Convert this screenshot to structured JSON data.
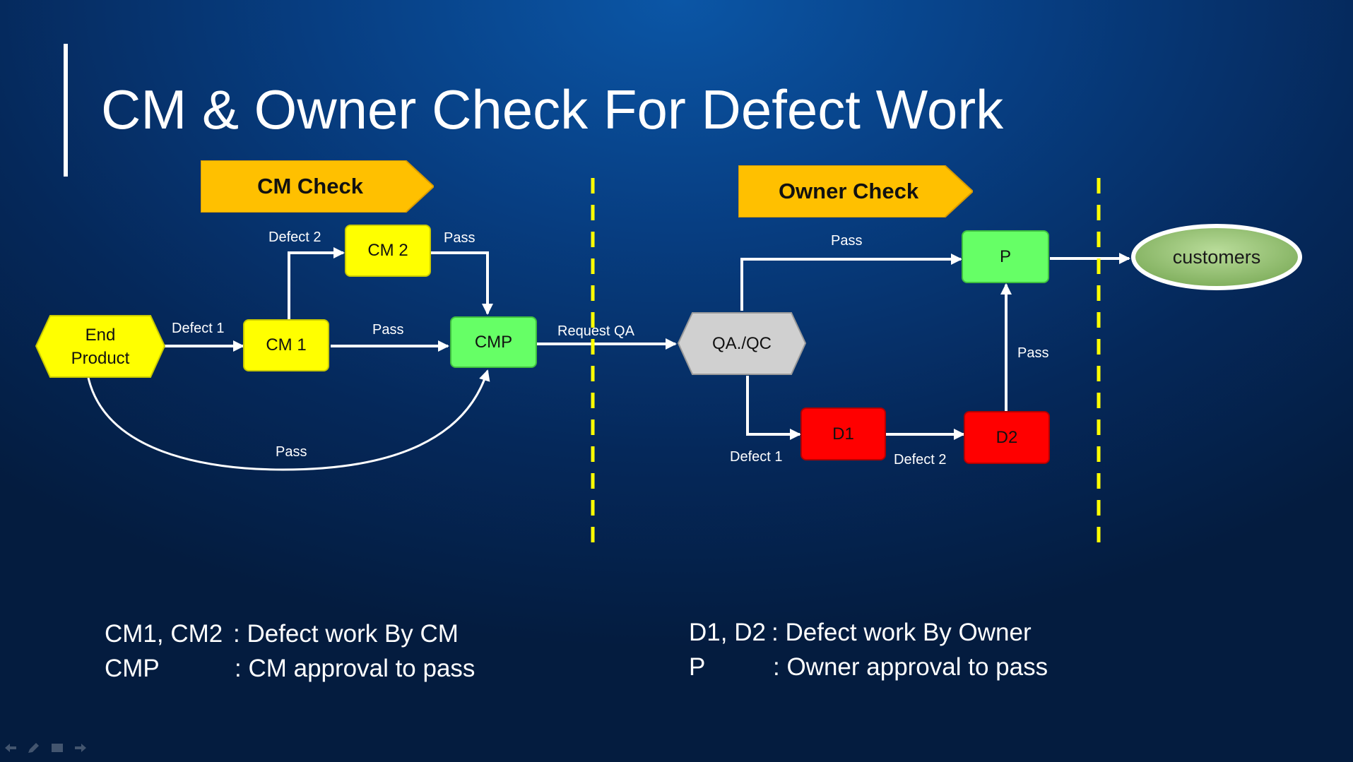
{
  "title": "CM & Owner Check For Defect Work",
  "banners": {
    "cm_check": "CM Check",
    "owner_check": "Owner Check"
  },
  "nodes": {
    "end_product_line1": "End",
    "end_product_line2": "Product",
    "cm1": "CM 1",
    "cm2": "CM 2",
    "cmp": "CMP",
    "qaqc": "QA./QC",
    "d1": "D1",
    "d2": "D2",
    "p": "P",
    "customers": "customers"
  },
  "edge_labels": {
    "defect1_cm": "Defect 1",
    "defect2_cm": "Defect 2",
    "pass_cm2": "Pass",
    "pass_cm1": "Pass",
    "pass_curve": "Pass",
    "request_qa": "Request QA",
    "pass_qa": "Pass",
    "pass_d2": "Pass",
    "defect1_owner": "Defect 1",
    "defect2_owner": "Defect 2"
  },
  "legend": {
    "left": {
      "row1_key": "CM1, CM2",
      "row1_desc": ": Defect work By CM",
      "row2_key": "CMP",
      "row2_desc": ": CM approval to pass"
    },
    "right": {
      "row1_key": "D1, D2",
      "row1_desc": ": Defect work By Owner",
      "row2_key": "P",
      "row2_desc": ": Owner approval to pass"
    }
  },
  "colors": {
    "banner": "#ffc000",
    "defect_work_cm": "#ffff00",
    "approval": "#66ff66",
    "defect_work_owner": "#ff0000",
    "qaqc": "#d0d0d0",
    "customers": "#9cc97a",
    "divider": "#ffff00"
  },
  "toolbar_icons": [
    "back-arrow-icon",
    "pen-icon",
    "screen-icon",
    "forward-arrow-icon"
  ]
}
